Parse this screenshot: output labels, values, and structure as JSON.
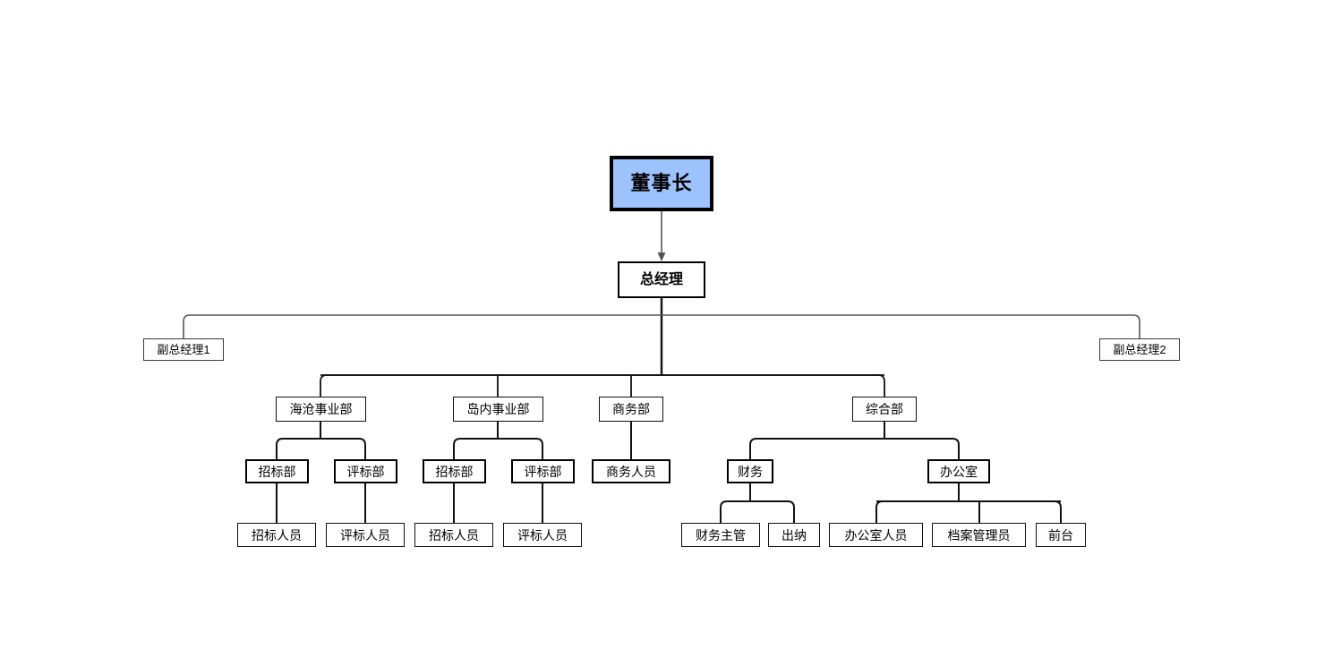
{
  "diagram": {
    "type": "organization-chart",
    "title": "",
    "background_color": "#ffffff",
    "accent_color": "#9DC3FF",
    "line_color": "#333333",
    "border_color": "#000000"
  },
  "nodes": {
    "chairman": {
      "label": "董事长",
      "level": 1
    },
    "general_manager": {
      "label": "总经理",
      "level": 2
    },
    "deputy_1": {
      "label": "副总经理1",
      "level": 3
    },
    "deputy_2": {
      "label": "副总经理2",
      "level": 3
    },
    "dept_haicang": {
      "label": "海沧事业部",
      "level": 4
    },
    "dept_island": {
      "label": "岛内事业部",
      "level": 4
    },
    "dept_business": {
      "label": "商务部",
      "level": 4
    },
    "dept_general": {
      "label": "综合部",
      "level": 4
    },
    "haicang_bidding": {
      "label": "招标部",
      "level": 5
    },
    "haicang_evaluation": {
      "label": "评标部",
      "level": 5
    },
    "island_bidding": {
      "label": "招标部",
      "level": 5
    },
    "island_evaluation": {
      "label": "评标部",
      "level": 5
    },
    "business_staff": {
      "label": "商务人员",
      "level": 5
    },
    "finance": {
      "label": "财务",
      "level": 5
    },
    "office": {
      "label": "办公室",
      "level": 5
    },
    "haicang_bidding_staff": {
      "label": "招标人员",
      "level": 6
    },
    "haicang_evaluation_staff": {
      "label": "评标人员",
      "level": 6
    },
    "island_bidding_staff": {
      "label": "招标人员",
      "level": 6
    },
    "island_evaluation_staff": {
      "label": "评标人员",
      "level": 6
    },
    "finance_supervisor": {
      "label": "财务主管",
      "level": 6
    },
    "cashier": {
      "label": "出纳",
      "level": 6
    },
    "office_staff": {
      "label": "办公室人员",
      "level": 6
    },
    "archivist": {
      "label": "档案管理员",
      "level": 6
    },
    "front_desk": {
      "label": "前台",
      "level": 6
    }
  },
  "hierarchy": [
    {
      "parent": "chairman",
      "children": [
        "general_manager"
      ]
    },
    {
      "parent": "general_manager",
      "children": [
        "deputy_1",
        "deputy_2",
        "dept_haicang",
        "dept_island",
        "dept_business",
        "dept_general"
      ]
    },
    {
      "parent": "dept_haicang",
      "children": [
        "haicang_bidding",
        "haicang_evaluation"
      ]
    },
    {
      "parent": "dept_island",
      "children": [
        "island_bidding",
        "island_evaluation"
      ]
    },
    {
      "parent": "dept_business",
      "children": [
        "business_staff"
      ]
    },
    {
      "parent": "dept_general",
      "children": [
        "finance",
        "office"
      ]
    },
    {
      "parent": "haicang_bidding",
      "children": [
        "haicang_bidding_staff"
      ]
    },
    {
      "parent": "haicang_evaluation",
      "children": [
        "haicang_evaluation_staff"
      ]
    },
    {
      "parent": "island_bidding",
      "children": [
        "island_bidding_staff"
      ]
    },
    {
      "parent": "island_evaluation",
      "children": [
        "island_evaluation_staff"
      ]
    },
    {
      "parent": "finance",
      "children": [
        "finance_supervisor",
        "cashier"
      ]
    },
    {
      "parent": "office",
      "children": [
        "office_staff",
        "archivist",
        "front_desk"
      ]
    }
  ]
}
